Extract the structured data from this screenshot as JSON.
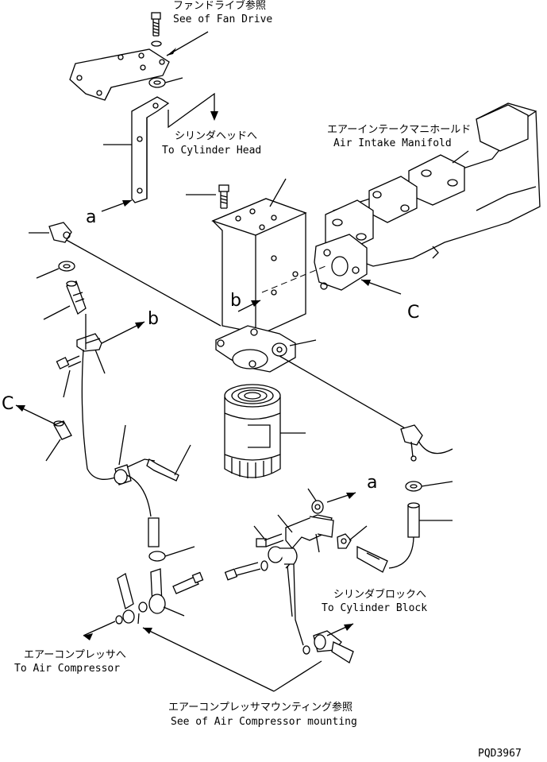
{
  "drawing_number": "PQD3967",
  "callouts": {
    "fan_drive": {
      "jp": "ファンドライブ参照",
      "en": "See of Fan Drive"
    },
    "cylinder_head": {
      "jp": "シリンダヘッドへ",
      "en": "To Cylinder Head"
    },
    "intake_manifold": {
      "jp": "エアーインテークマニホールド",
      "en": "Air Intake Manifold"
    },
    "cylinder_block": {
      "jp": "シリンダブロックへ",
      "en": "To Cylinder Block"
    },
    "air_compressor": {
      "jp": "エアーコンプレッサへ",
      "en": "To Air Compressor"
    },
    "compressor_mounting": {
      "jp": "エアーコンプレッサマウンティング参照",
      "en": "See of Air Compressor mounting"
    }
  },
  "letters": {
    "a": "a",
    "b": "b",
    "c": "C"
  }
}
